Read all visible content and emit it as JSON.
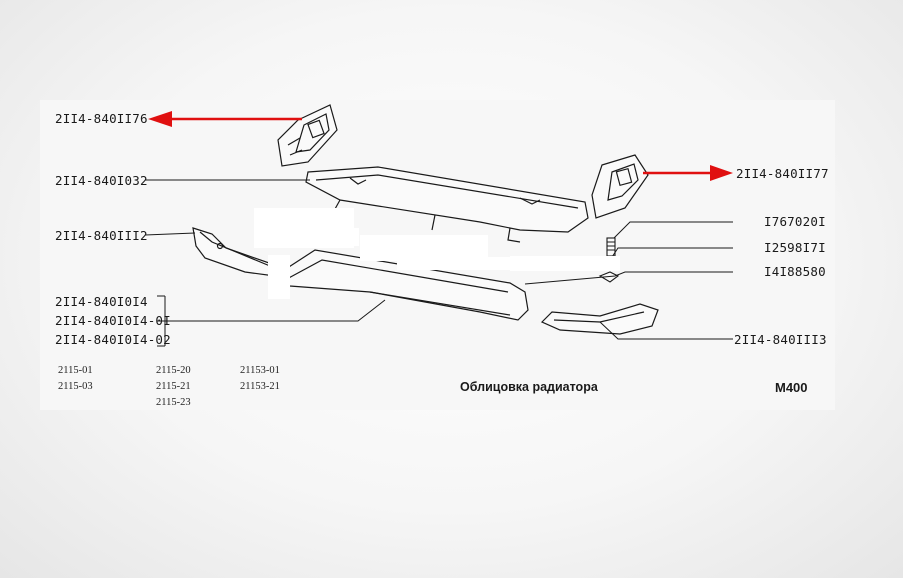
{
  "parts": {
    "bracket_left": "2II4-840II76",
    "crossmember": "2II4-840I032",
    "trim_left": "2II4-840III2",
    "grille_main": "2II4-840I0I4",
    "grille_v1": "2II4-840I0I4-0I",
    "grille_v2": "2II4-840I0I4-02",
    "bracket_right": "2II4-840II77",
    "bolt": "I767020I",
    "washer": "I2598I7I",
    "nut": "I4I88580",
    "trim_right": "2II4-840III3"
  },
  "grille_prefix_mark": "2II4",
  "models": {
    "col1": [
      "2115-01",
      "2115-03"
    ],
    "col2": [
      "2115-20",
      "2115-21",
      "2115-23"
    ],
    "col3": [
      "21153-01",
      "21153-21"
    ]
  },
  "caption": "Облицовка радиатора",
  "page_code": "M400",
  "colors": {
    "arrow": "#e01010",
    "line": "#1a1a1a",
    "mask": "#ffffff"
  }
}
